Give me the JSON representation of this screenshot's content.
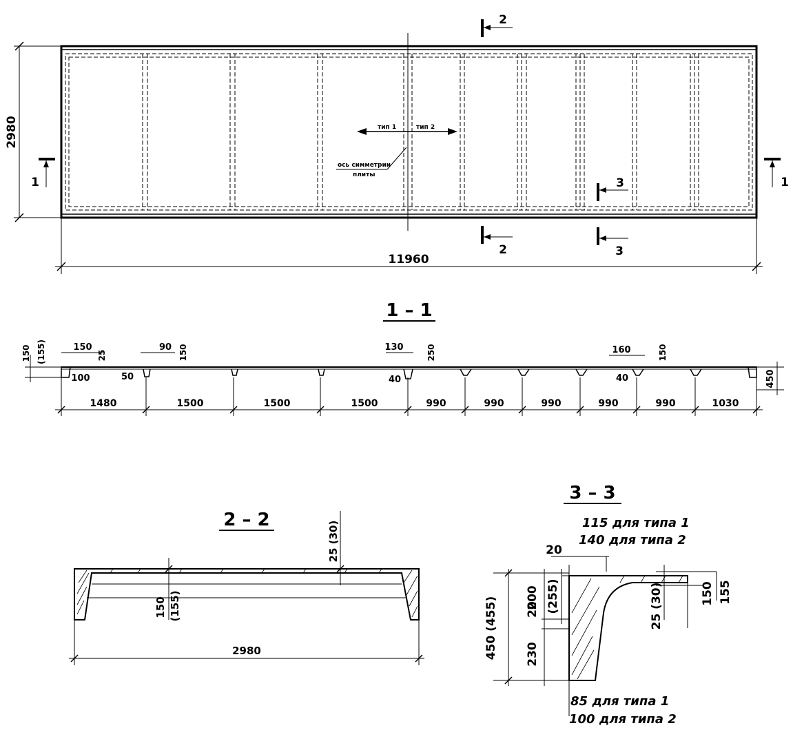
{
  "plan": {
    "width_label": "2980",
    "length_label": "11960",
    "section_mark_1": "1",
    "section_mark_2": "2",
    "section_mark_3": "3",
    "type1_label": "тип 1",
    "type2_label": "тип 2",
    "axis_note_line1": "ось симметрии",
    "axis_note_line2": "плиты"
  },
  "section_1_1": {
    "title": "1 – 1",
    "dims_left": [
      "150",
      "(155)"
    ],
    "top_dims": [
      "150",
      "25",
      "90",
      "150",
      "130",
      "250",
      "160",
      "150"
    ],
    "low_dims": [
      "100",
      "50",
      "40",
      "40"
    ],
    "height_label": "450",
    "spans": [
      "1480",
      "1500",
      "1500",
      "1500",
      "990",
      "990",
      "990",
      "990",
      "990",
      "1030"
    ]
  },
  "section_2_2": {
    "title": "2 – 2",
    "thickness_label": "25 (30)",
    "rib_label_1": "150",
    "rib_label_2": "(155)",
    "width_label": "2980"
  },
  "section_3_3": {
    "title": "3 – 3",
    "note_115": "115 для типа 1",
    "note_140": "140 для типа 2",
    "dim_20_top": "20",
    "dim_20_side": "20",
    "dim_200": "200",
    "dim_255": "(255)",
    "dim_450": "450 (455)",
    "dim_230": "230",
    "dim_25_30": "25 (30)",
    "dim_150": "150",
    "dim_155": "155",
    "note_85": "85 для типа 1",
    "note_100": "100 для типа 2"
  }
}
